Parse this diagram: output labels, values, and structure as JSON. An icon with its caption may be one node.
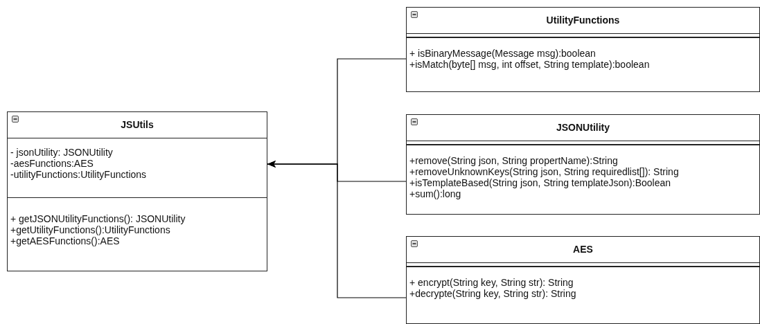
{
  "diagram": {
    "nodes": [
      {
        "text": [
          "JSUtils"
        ]
      },
      {
        "text": [
          "- jsonUtility: JSONUtility",
          "-aesFunctions:AES",
          "-utilityFunctions:UtilityFunctions"
        ],
        "in": 0
      },
      {
        "text": [
          "+ getJSONUtilityFunctions(): JSONUtility",
          "+getUtilityFunctions():UtilityFunctions",
          "+getAESFunctions():AES"
        ],
        "in": 0
      },
      {
        "text": [
          "UtilityFunctions"
        ]
      },
      {
        "text": [],
        "shape": "bar",
        "in": 3
      },
      {
        "text": [
          "+ isBinaryMessage(Message msg):boolean",
          "+isMatch(byte[] msg, int offset, String template):boolean"
        ],
        "in": 3
      },
      {
        "text": [
          "JSONUtility"
        ]
      },
      {
        "text": [],
        "shape": "bar",
        "in": 6
      },
      {
        "text": [
          "+remove(String json, String propertName):String",
          "+removeUnknownKeys(String json, String requiredlist[]): String",
          "+isTemplateBased(String json, String templateJson):Boolean",
          "+sum():long"
        ],
        "in": 6
      },
      {
        "text": [
          "AES"
        ]
      },
      {
        "text": [],
        "shape": "bar",
        "in": 9
      },
      {
        "text": [
          "+ encrypt(String key, String str): String",
          "+decrypte(String key, String str): String"
        ],
        "in": 9
      }
    ],
    "edges": [
      {
        "from": 3,
        "to": 0,
        "arrow": "to"
      },
      {
        "from": 6,
        "to": 0,
        "arrow": "to"
      },
      {
        "from": 9,
        "to": 0,
        "arrow": "to"
      }
    ]
  }
}
